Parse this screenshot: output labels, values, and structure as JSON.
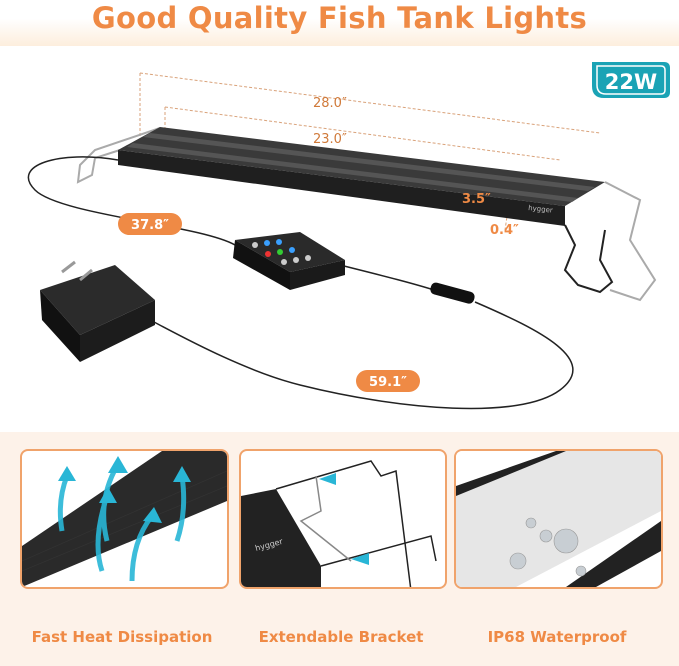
{
  "header": {
    "title": "Good Quality Fish Tank Lights"
  },
  "badge": {
    "wattage": "22W",
    "color": "#1aa3b5"
  },
  "dimensions": {
    "overall_length": "28.0″",
    "light_length": "23.0″",
    "width": "3.5″",
    "thickness": "0.4″",
    "controller_cable": "37.8″",
    "adapter_cable": "59.1″"
  },
  "brand": "hygger",
  "features": [
    {
      "label": "Fast Heat Dissipation"
    },
    {
      "label": "Extendable Bracket"
    },
    {
      "label": "IP68 Waterproof"
    }
  ],
  "colors": {
    "accent": "#ef8a45",
    "panel_border": "#f0a36b",
    "arrow": "#29b6d6"
  }
}
